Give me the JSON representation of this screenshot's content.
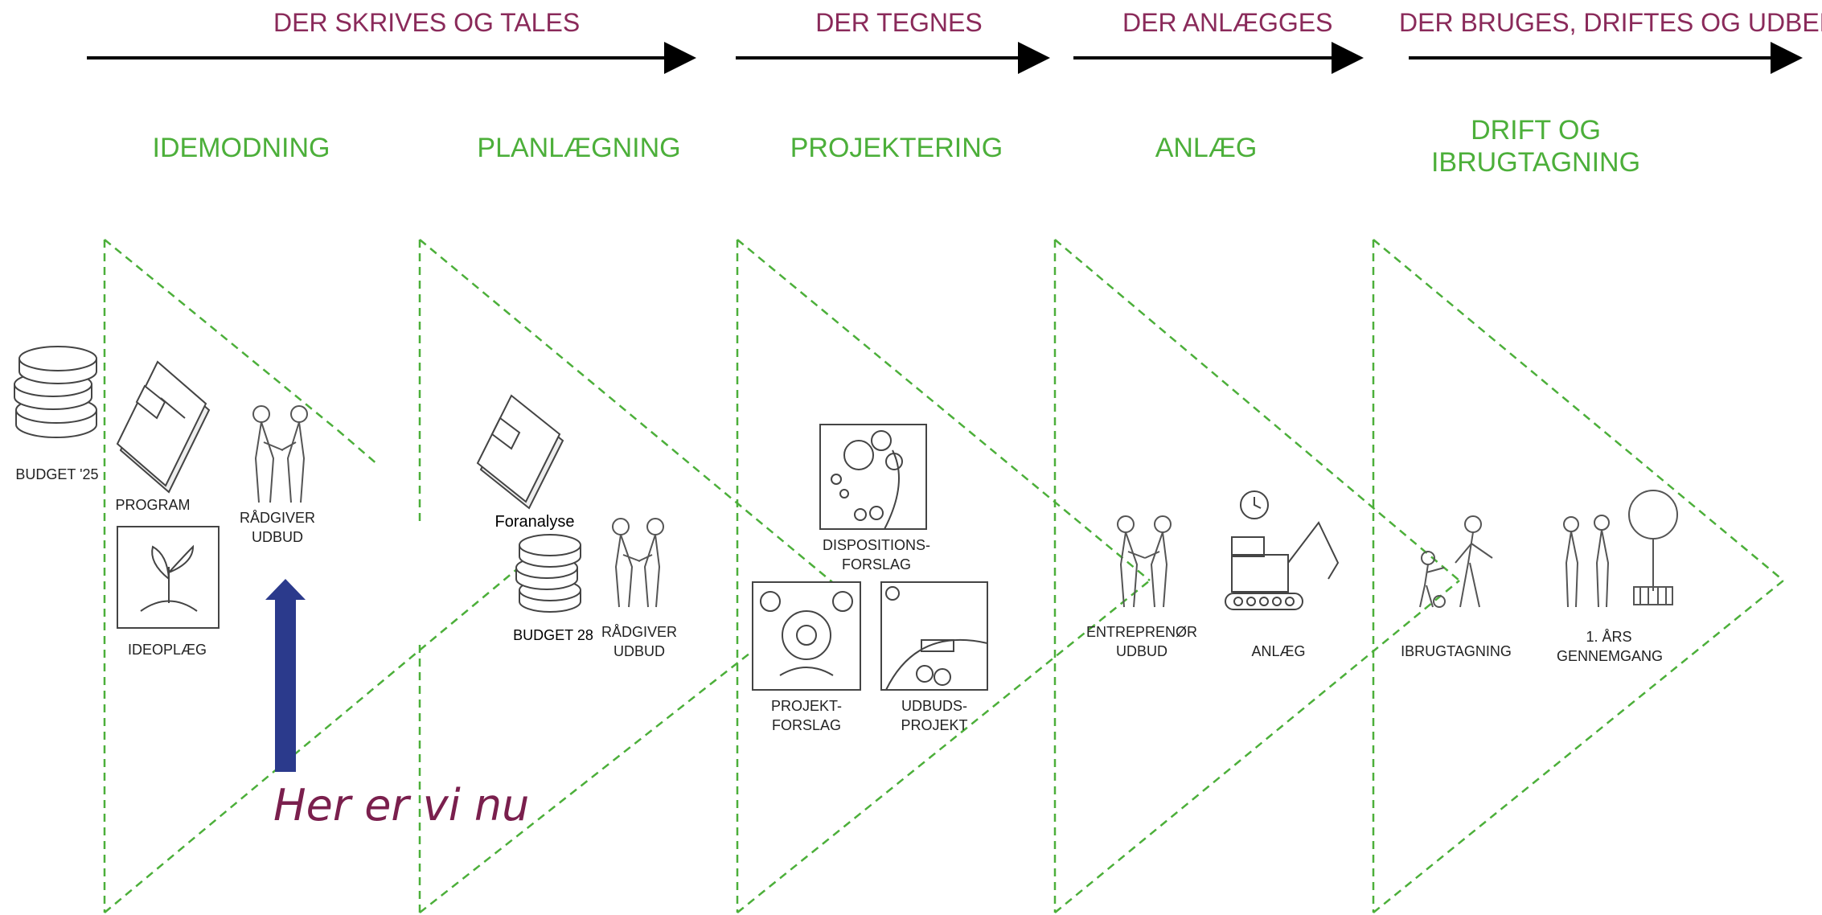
{
  "top_headers": [
    "DER SKRIVES OG TALES",
    "DER TEGNES",
    "DER ANLÆGGES",
    "DER BRUGES, DRIFTES OG UDBEDRES"
  ],
  "phases": [
    "IDEMODNING",
    "PLANLÆGNING",
    "PROJEKTERING",
    "ANLÆG",
    "DRIFT OG\nIBRUGTAGNING"
  ],
  "items": {
    "budget_25": "BUDGET '25",
    "program": "PROGRAM",
    "raadgiver_udbud_1": "RÅDGIVER\nUDBUD",
    "ideoplaeg": "IDEOPLÆG",
    "foranalyse": "Foranalyse",
    "budget_28": "BUDGET 28",
    "raadgiver_udbud_2": "RÅDGIVER\nUDBUD",
    "dispositionsforslag": "DISPOSITIONS-\nFORSLAG",
    "projektforslag": "PROJEKT-\nFORSLAG",
    "udbudsprojekt": "UDBUDS-\nPROJEKT",
    "entreprenoer_udbud": "ENTREPRENØR\nUDBUD",
    "anlaeg": "ANLÆG",
    "ibrugtagning": "IBRUGTAGNING",
    "aars_gennemgang": "1. ÅRS\nGENNEMGANG"
  },
  "marker": {
    "text": "Her er vi nu",
    "color": "#2b3a8c"
  },
  "colors": {
    "header": "#8a2a5a",
    "phase": "#4caf3a",
    "triangle": "#4caf3a",
    "marker_text": "#7a1f4d"
  }
}
